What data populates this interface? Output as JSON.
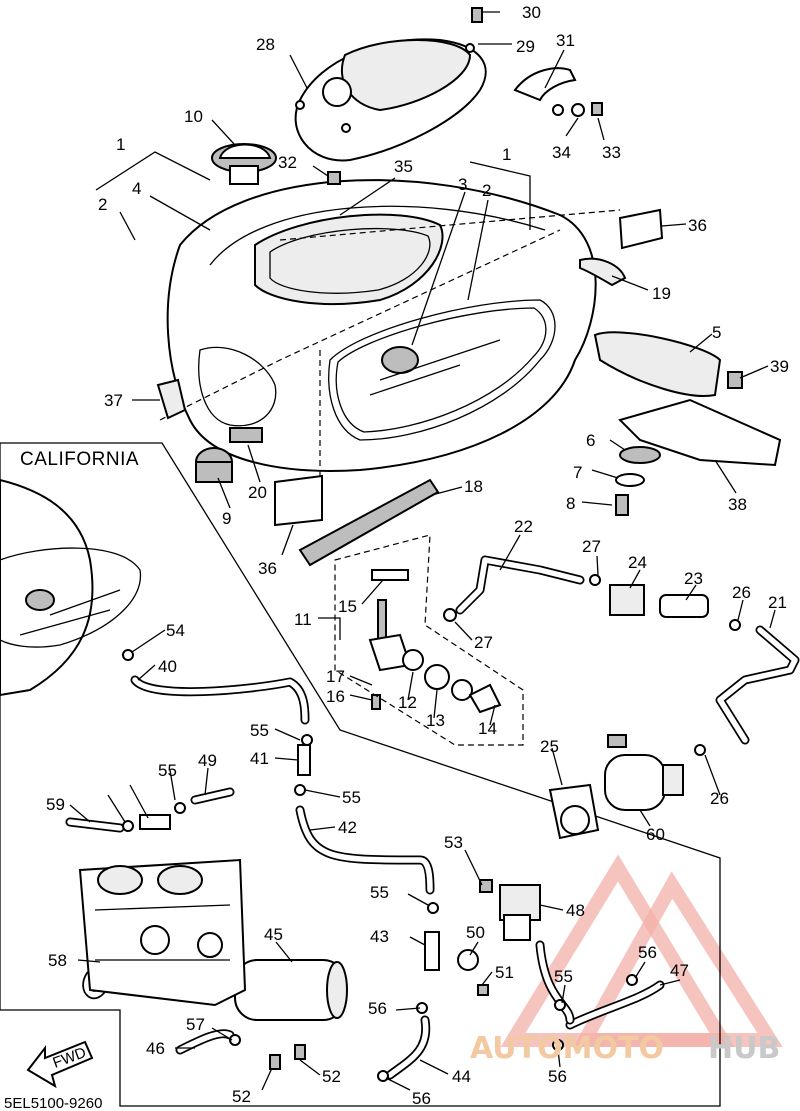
{
  "diagram": {
    "california_label": "CALIFORNIA",
    "doc_code": "5EL5100-9260",
    "fwd_label": "FWD",
    "watermark": {
      "part1": "AUTOMOTO",
      "part2": "HUB",
      "color_red": "#e03a2f",
      "color_orange": "#f2c9a0",
      "color_gray": "#c9c9c9"
    },
    "callouts": [
      "30",
      "29",
      "28",
      "31",
      "10",
      "1",
      "32",
      "35",
      "34",
      "33",
      "4",
      "2",
      "3",
      "2",
      "1",
      "36",
      "19",
      "5",
      "39",
      "37",
      "6",
      "7",
      "8",
      "38",
      "20",
      "9",
      "18",
      "36",
      "22",
      "27",
      "24",
      "23",
      "26",
      "21",
      "15",
      "11",
      "27",
      "17",
      "12",
      "13",
      "14",
      "16",
      "54",
      "40",
      "55",
      "41",
      "25",
      "55",
      "49",
      "26",
      "55",
      "59",
      "42",
      "60",
      "53",
      "48",
      "55",
      "45",
      "43",
      "50",
      "56",
      "51",
      "58",
      "55",
      "47",
      "57",
      "56",
      "46",
      "52",
      "52",
      "44",
      "56",
      "56"
    ]
  }
}
